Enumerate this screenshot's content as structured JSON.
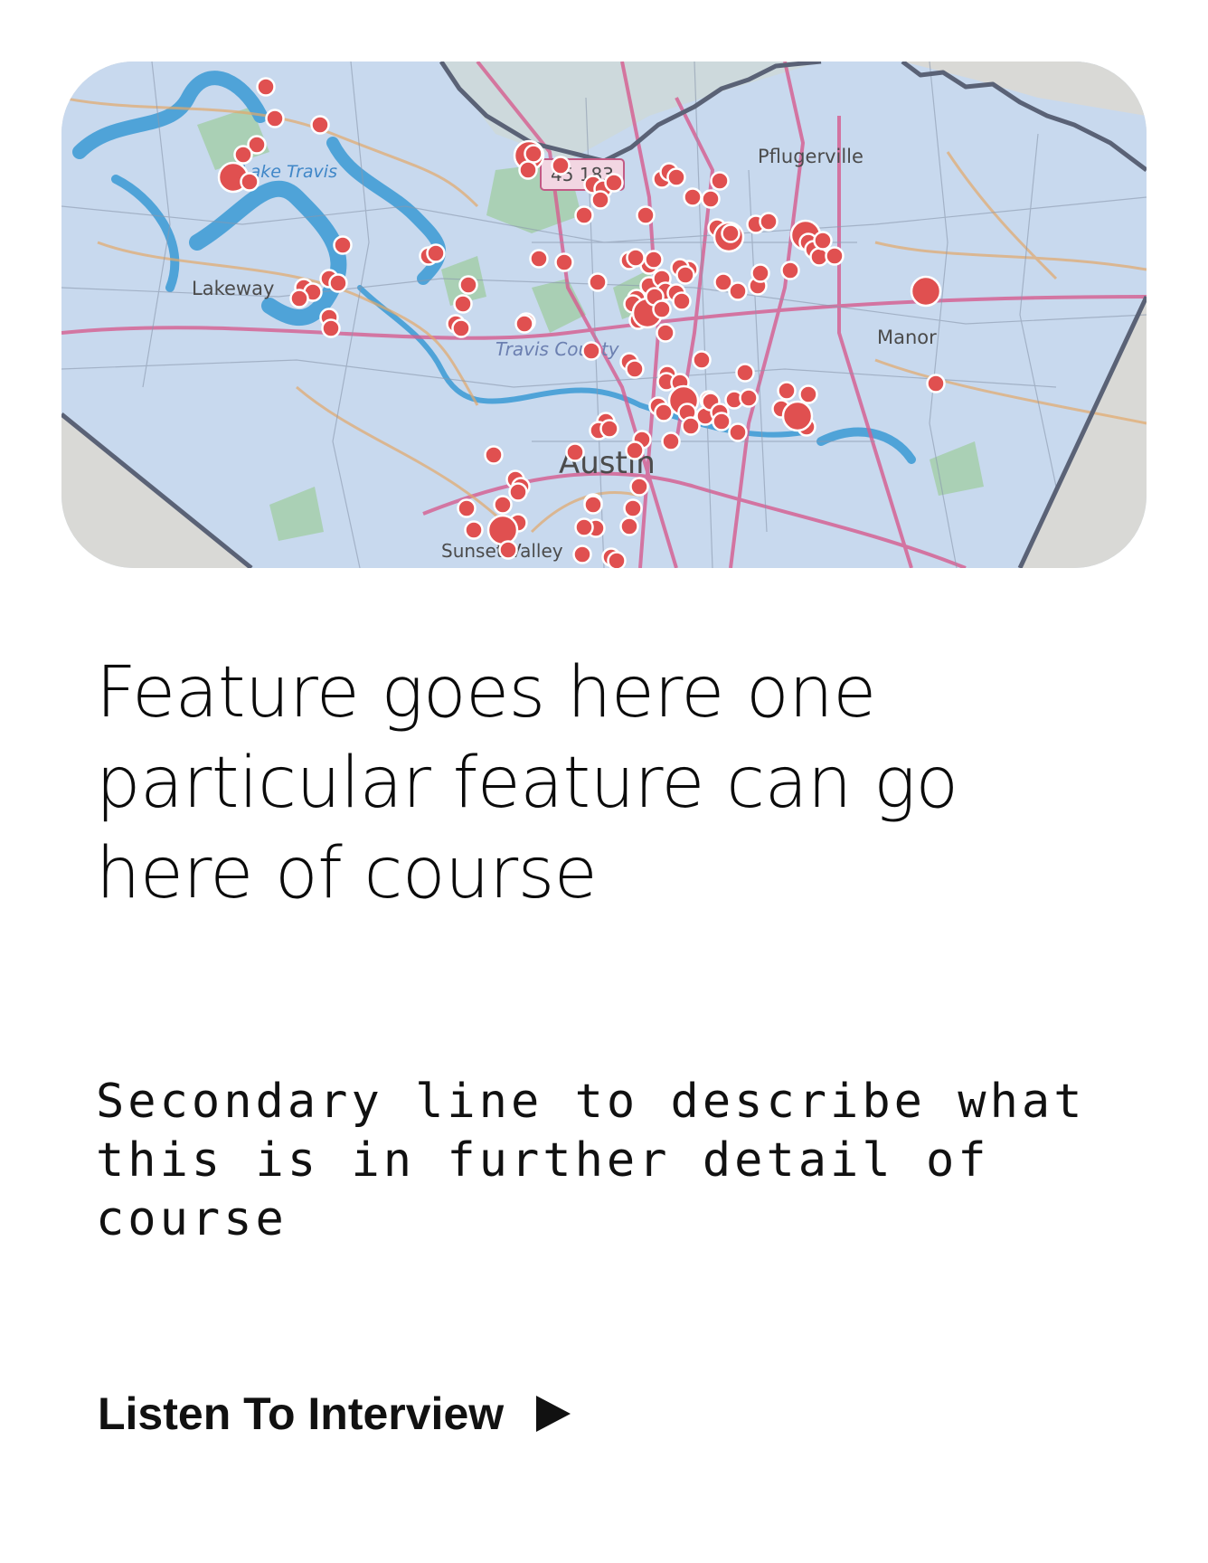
{
  "map": {
    "labels": {
      "lake_travis": "Lake Travis",
      "pflugerville": "Pflugerville",
      "lakeway": "Lakeway",
      "manor": "Manor",
      "travis_county": "Travis County",
      "austin": "Austin",
      "sunset_valley": "Sunset Valley",
      "highway": "45 183"
    },
    "colors": {
      "county_fill": "#c8d9ee",
      "outside_fill": "#d9d9d6",
      "boundary": "#5a6276",
      "water": "#4fa3d8",
      "roads_major": "#d65c8f",
      "roads_minor": "#e3a86a",
      "markers": "#e05050"
    },
    "icons": [
      "map-marker-icon"
    ]
  },
  "feature": {
    "headline": "Feature goes here one particular feature can go here of course",
    "secondary": "Secondary line to describe what this is in further detail of course"
  },
  "cta": {
    "label": "Listen To Interview",
    "icon": "play-icon"
  }
}
